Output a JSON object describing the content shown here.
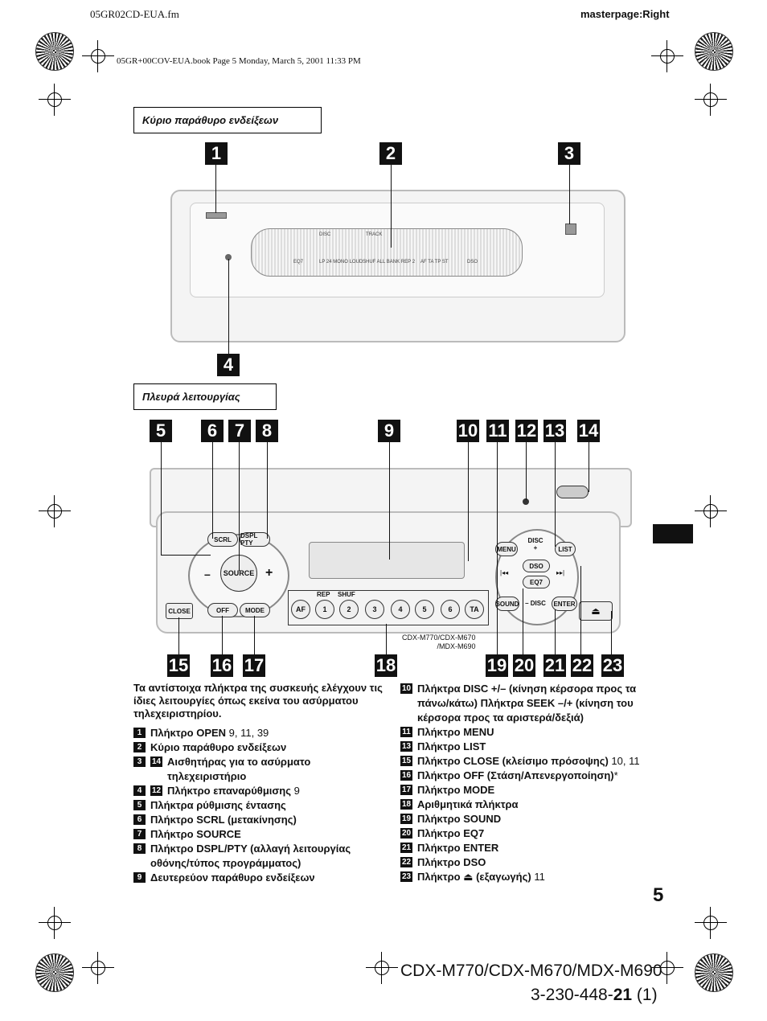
{
  "header": {
    "file": "05GR02CD-EUA.fm",
    "masterpage": "masterpage:Right",
    "book": "05GR+00COV-EUA.book  Page 5  Monday, March 5, 2001  11:33 PM"
  },
  "sections": {
    "main_display": "Κύριο παράθυρο ενδείξεων",
    "operation_side": "Πλευρά λειτουργίας"
  },
  "diagram": {
    "top_callouts": [
      "1",
      "2",
      "3",
      "4"
    ],
    "bottom_callouts_top": [
      "5",
      "6",
      "7",
      "8",
      "9",
      "10",
      "11",
      "12",
      "13",
      "14"
    ],
    "bottom_callouts_bottom": [
      "15",
      "16",
      "17",
      "18",
      "19",
      "20",
      "21",
      "22",
      "23"
    ],
    "lcd": {
      "disc": "DISC",
      "track": "TRACK",
      "eq7": "EQ7",
      "lp": "LP 24 MONO LOUD",
      "shuf": "SHUF ALL BANK REP 2",
      "af": "AF TA TP ST",
      "dso": "DSO"
    },
    "buttons": {
      "scrl": "SCRL",
      "dspl": "DSPL PTY",
      "source": "SOURCE",
      "minus": "–",
      "plus": "+",
      "close": "CLOSE",
      "off": "OFF",
      "mode": "MODE",
      "menu": "MENU",
      "list": "LIST",
      "disc_plus": "DISC +",
      "dso": "DSO",
      "eq7": "EQ7",
      "disc_minus": "– DISC",
      "sound": "SOUND",
      "enter": "ENTER",
      "eject": "⏏",
      "rew": "|◂◂",
      "ff": "▸▸|"
    },
    "preset": {
      "rep": "REP",
      "shuf": "SHUF",
      "keys": [
        "AF",
        "1",
        "2",
        "3",
        "4",
        "5",
        "6",
        "TA"
      ]
    },
    "model_note": "CDX-M770/CDX-M670\n/MDX-M690"
  },
  "intro": "Τα αντίστοιχα πλήκτρα της συσκευής ελέγχουν τις ίδιες λειτουργίες όπως εκείνα του ασύρματου τηλεχειριστηρίου.",
  "left_items": [
    {
      "n": "1",
      "label": "Πλήκτρο OPEN",
      "suffix": " 9, 11, 39"
    },
    {
      "n": "2",
      "label": "Κύριο παράθυρο ενδείξεων",
      "suffix": ""
    },
    {
      "n": "3",
      "n2": "14",
      "label": "Αισθητήρας για το ασύρματο τηλεχειριστήριο",
      "suffix": ""
    },
    {
      "n": "4",
      "n2": "12",
      "label": "Πλήκτρο επαναρύθμισης",
      "suffix": " 9"
    },
    {
      "n": "5",
      "label": "Πλήκτρα ρύθμισης έντασης",
      "suffix": ""
    },
    {
      "n": "6",
      "label": "Πλήκτρο SCRL (μετακίνησης)",
      "suffix": ""
    },
    {
      "n": "7",
      "label": "Πλήκτρο SOURCE",
      "suffix": ""
    },
    {
      "n": "8",
      "label": "Πλήκτρο DSPL/PTY (αλλαγή λειτουργίας οθόνης/τύπος προγράμματος)",
      "suffix": ""
    },
    {
      "n": "9",
      "label": "Δευτερεύον παράθυρο ενδείξεων",
      "suffix": ""
    }
  ],
  "right_items": [
    {
      "n": "10",
      "label": "Πλήκτρα DISC +/– (κίνηση κέρσορα προς τα πάνω/κάτω) Πλήκτρα SEEK –/+ (κίνηση του κέρσορα προς τα αριστερά/δεξιά)",
      "suffix": ""
    },
    {
      "n": "11",
      "label": "Πλήκτρο MENU",
      "suffix": ""
    },
    {
      "n": "13",
      "label": "Πλήκτρο LIST",
      "suffix": ""
    },
    {
      "n": "15",
      "label": "Πλήκτρο CLOSE (κλείσιμο πρόσοψης)",
      "suffix": " 10, 11"
    },
    {
      "n": "16",
      "label": "Πλήκτρο OFF (Στάση/Απενεργοποίηση)",
      "suffix": "*"
    },
    {
      "n": "17",
      "label": "Πλήκτρο MODE",
      "suffix": ""
    },
    {
      "n": "18",
      "label": "Αριθμητικά πλήκτρα",
      "suffix": ""
    },
    {
      "n": "19",
      "label": "Πλήκτρο SOUND",
      "suffix": ""
    },
    {
      "n": "20",
      "label": "Πλήκτρο EQ7",
      "suffix": ""
    },
    {
      "n": "21",
      "label": "Πλήκτρο ENTER",
      "suffix": ""
    },
    {
      "n": "22",
      "label": "Πλήκτρο DSO",
      "suffix": ""
    },
    {
      "n": "23",
      "label": "Πλήκτρο ⏏ (εξαγωγής)",
      "suffix": " 11"
    }
  ],
  "footer": {
    "page": "5",
    "models": "CDX-M770/CDX-M670/MDX-M690",
    "code_pre": "3-230-448-",
    "code_bold": "21",
    "code_post": " (1)"
  }
}
